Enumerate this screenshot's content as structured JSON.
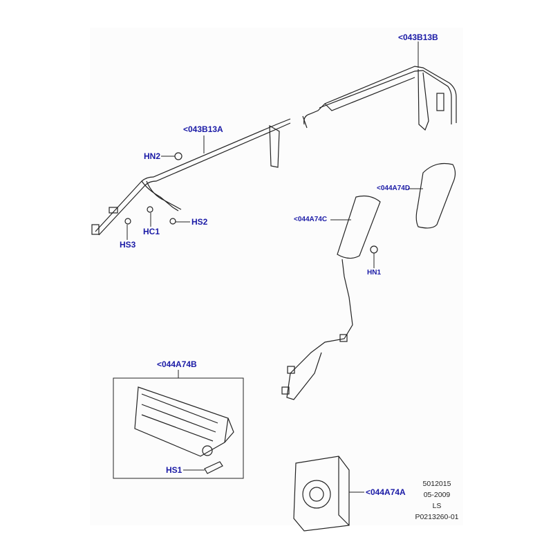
{
  "callouts": {
    "c043B13B": "<043B13B",
    "c043B13A": "<043B13A",
    "HN2": "HN2",
    "HC1": "HC1",
    "HS2": "HS2",
    "HS3": "HS3",
    "c044A74D": "<044A74D",
    "c044A74C": "<044A74C",
    "HN1": "HN1",
    "c044A74B": "<044A74B",
    "HS1": "HS1",
    "c044A74A": "<044A74A"
  },
  "footer": {
    "code": "5012015",
    "date": "05-2009",
    "initials": "LS",
    "illustration_id": "P0213260-01"
  },
  "colors": {
    "label": "#1a1aa6",
    "line": "#222222"
  }
}
